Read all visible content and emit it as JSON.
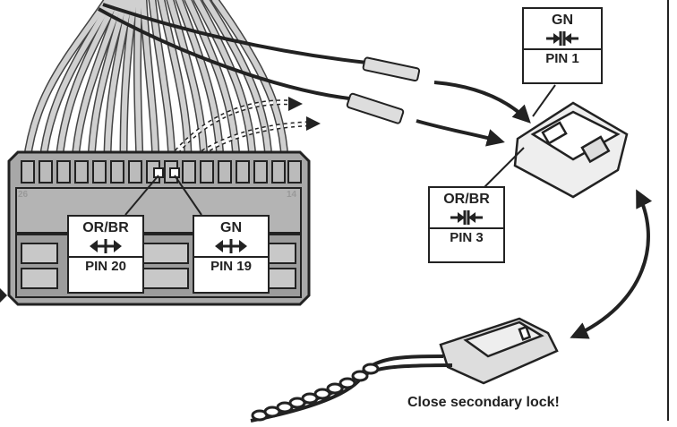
{
  "labels": {
    "gn_pin1": {
      "wire": "GN",
      "pin": "PIN 1"
    },
    "orbr_pin3": {
      "wire": "OR/BR",
      "pin": "PIN 3"
    },
    "orbr_pin20": {
      "wire": "OR/BR",
      "pin": "PIN 20"
    },
    "gn_pin19": {
      "wire": "GN",
      "pin": "PIN 19"
    }
  },
  "connector_numbers": {
    "left": "26",
    "right": "14"
  },
  "caption": "Close secondary lock!",
  "colors": {
    "stroke": "#222222",
    "connector": "#a8a8a8",
    "wire": "#d0d0d0",
    "plug": "#eeeeee"
  }
}
